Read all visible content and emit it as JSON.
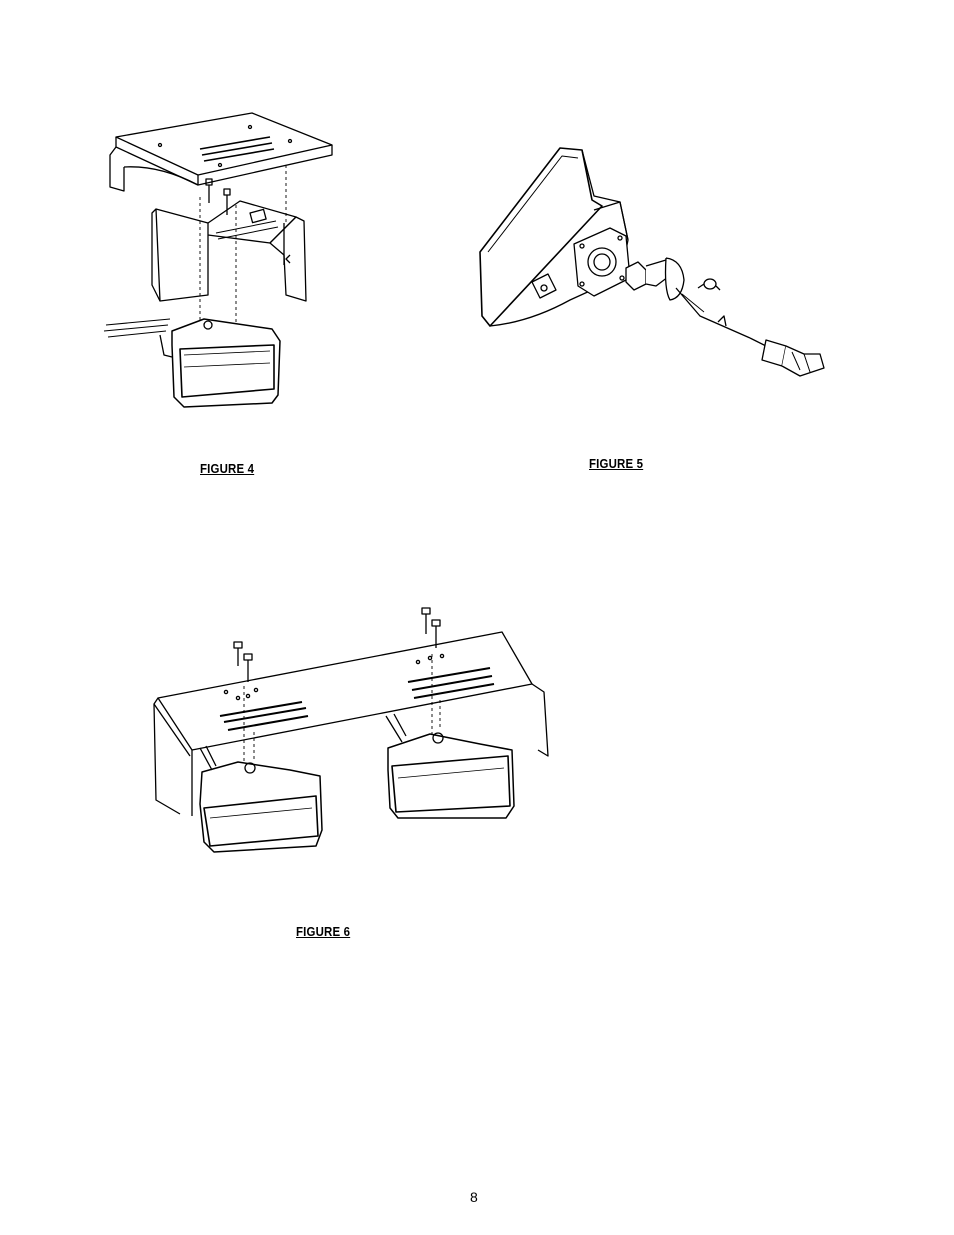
{
  "figures": {
    "figure4": {
      "caption": "FIGURE 4",
      "icon": "bracket-lamp-exploded-drawing"
    },
    "figure5": {
      "caption": "FIGURE 5",
      "icon": "lamp-bulb-exploded-drawing"
    },
    "figure6": {
      "caption": "FIGURE 6",
      "icon": "dual-lamp-bar-assembly-drawing"
    }
  },
  "page": {
    "number": "8"
  }
}
